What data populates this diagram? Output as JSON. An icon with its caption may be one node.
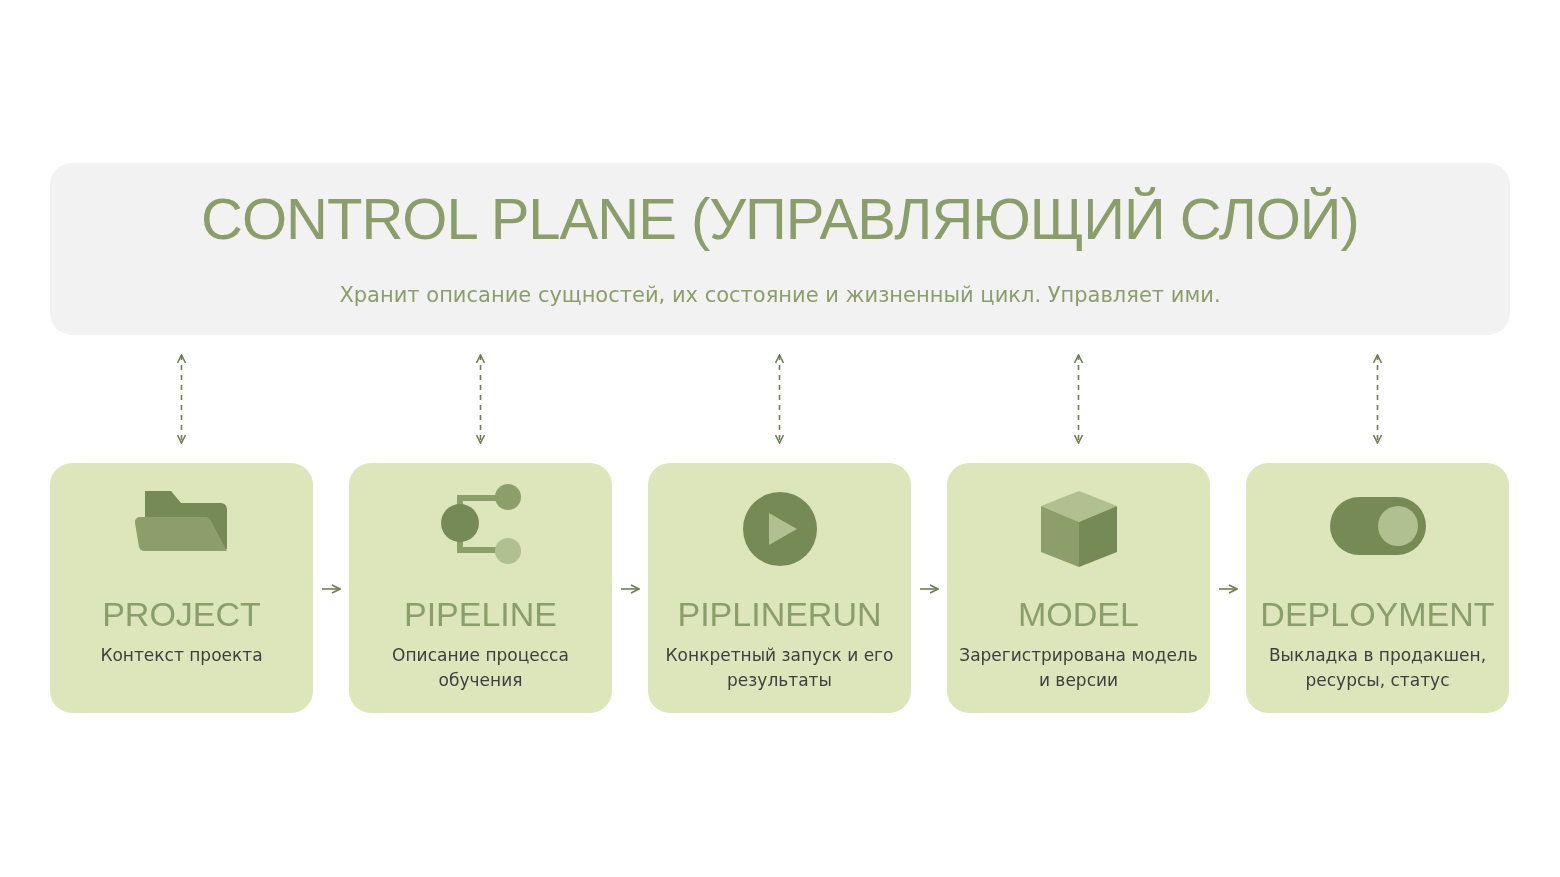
{
  "diagram": {
    "nodes": [
      {
        "text": [
          "CONTROL PLANE (УПРАВЛЯЮЩИЙ СЛОЙ)",
          "Хранит описание сущностей, их состояние и жизненный цикл. Управляет ими."
        ]
      },
      {
        "text": [
          "PROJECT",
          "Контекст проекта"
        ]
      },
      {
        "text": [
          "PIPELINE",
          "Описание процесса обучения"
        ]
      },
      {
        "text": [
          "PIPLINERUN",
          "Конкретный запуск и его результаты"
        ]
      },
      {
        "text": [
          "MODEL",
          "Зарегистрирована модель и версии"
        ]
      },
      {
        "text": [
          "DEPLOYMENT",
          "Выкладка в продакшен, ресурсы, статус"
        ]
      }
    ],
    "edges": [
      {
        "from": 0,
        "to": 1,
        "arrow": "both",
        "style": "dashed"
      },
      {
        "from": 0,
        "to": 2,
        "arrow": "both",
        "style": "dashed"
      },
      {
        "from": 0,
        "to": 3,
        "arrow": "both",
        "style": "dashed"
      },
      {
        "from": 0,
        "to": 4,
        "arrow": "both",
        "style": "dashed"
      },
      {
        "from": 0,
        "to": 5,
        "arrow": "both",
        "style": "dashed"
      },
      {
        "from": 1,
        "to": 2,
        "arrow": "to"
      },
      {
        "from": 2,
        "to": 3,
        "arrow": "to"
      },
      {
        "from": 3,
        "to": 4,
        "arrow": "to"
      },
      {
        "from": 4,
        "to": 5,
        "arrow": "to"
      }
    ]
  }
}
